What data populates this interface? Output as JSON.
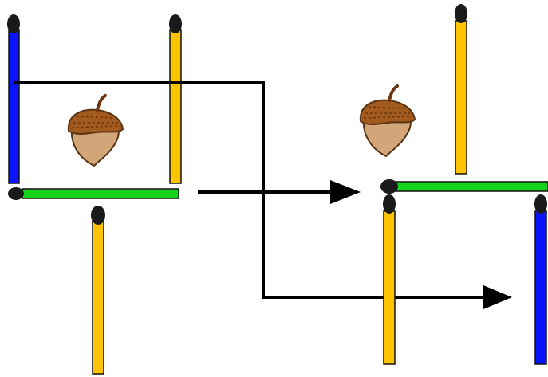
{
  "diagram": {
    "colors": {
      "background": "#ffffff",
      "match_blue": "#0a14ff",
      "match_yellow": "#ffc400",
      "match_green": "#16d21c",
      "match_head": "#1a1a1a",
      "arrow": "#000000",
      "acorn_cap": "#a25a1e",
      "acorn_cap_texture": "#6b3510",
      "acorn_nut": "#d2a679",
      "acorn_outline": "#5a3414"
    },
    "left_figure": {
      "matches": [
        "blue",
        "yellow",
        "green",
        "yellow"
      ],
      "object": "acorn-icon"
    },
    "right_figure": {
      "matches": [
        "yellow",
        "green",
        "yellow",
        "blue"
      ],
      "object": "acorn-icon"
    },
    "arrows": 2
  }
}
